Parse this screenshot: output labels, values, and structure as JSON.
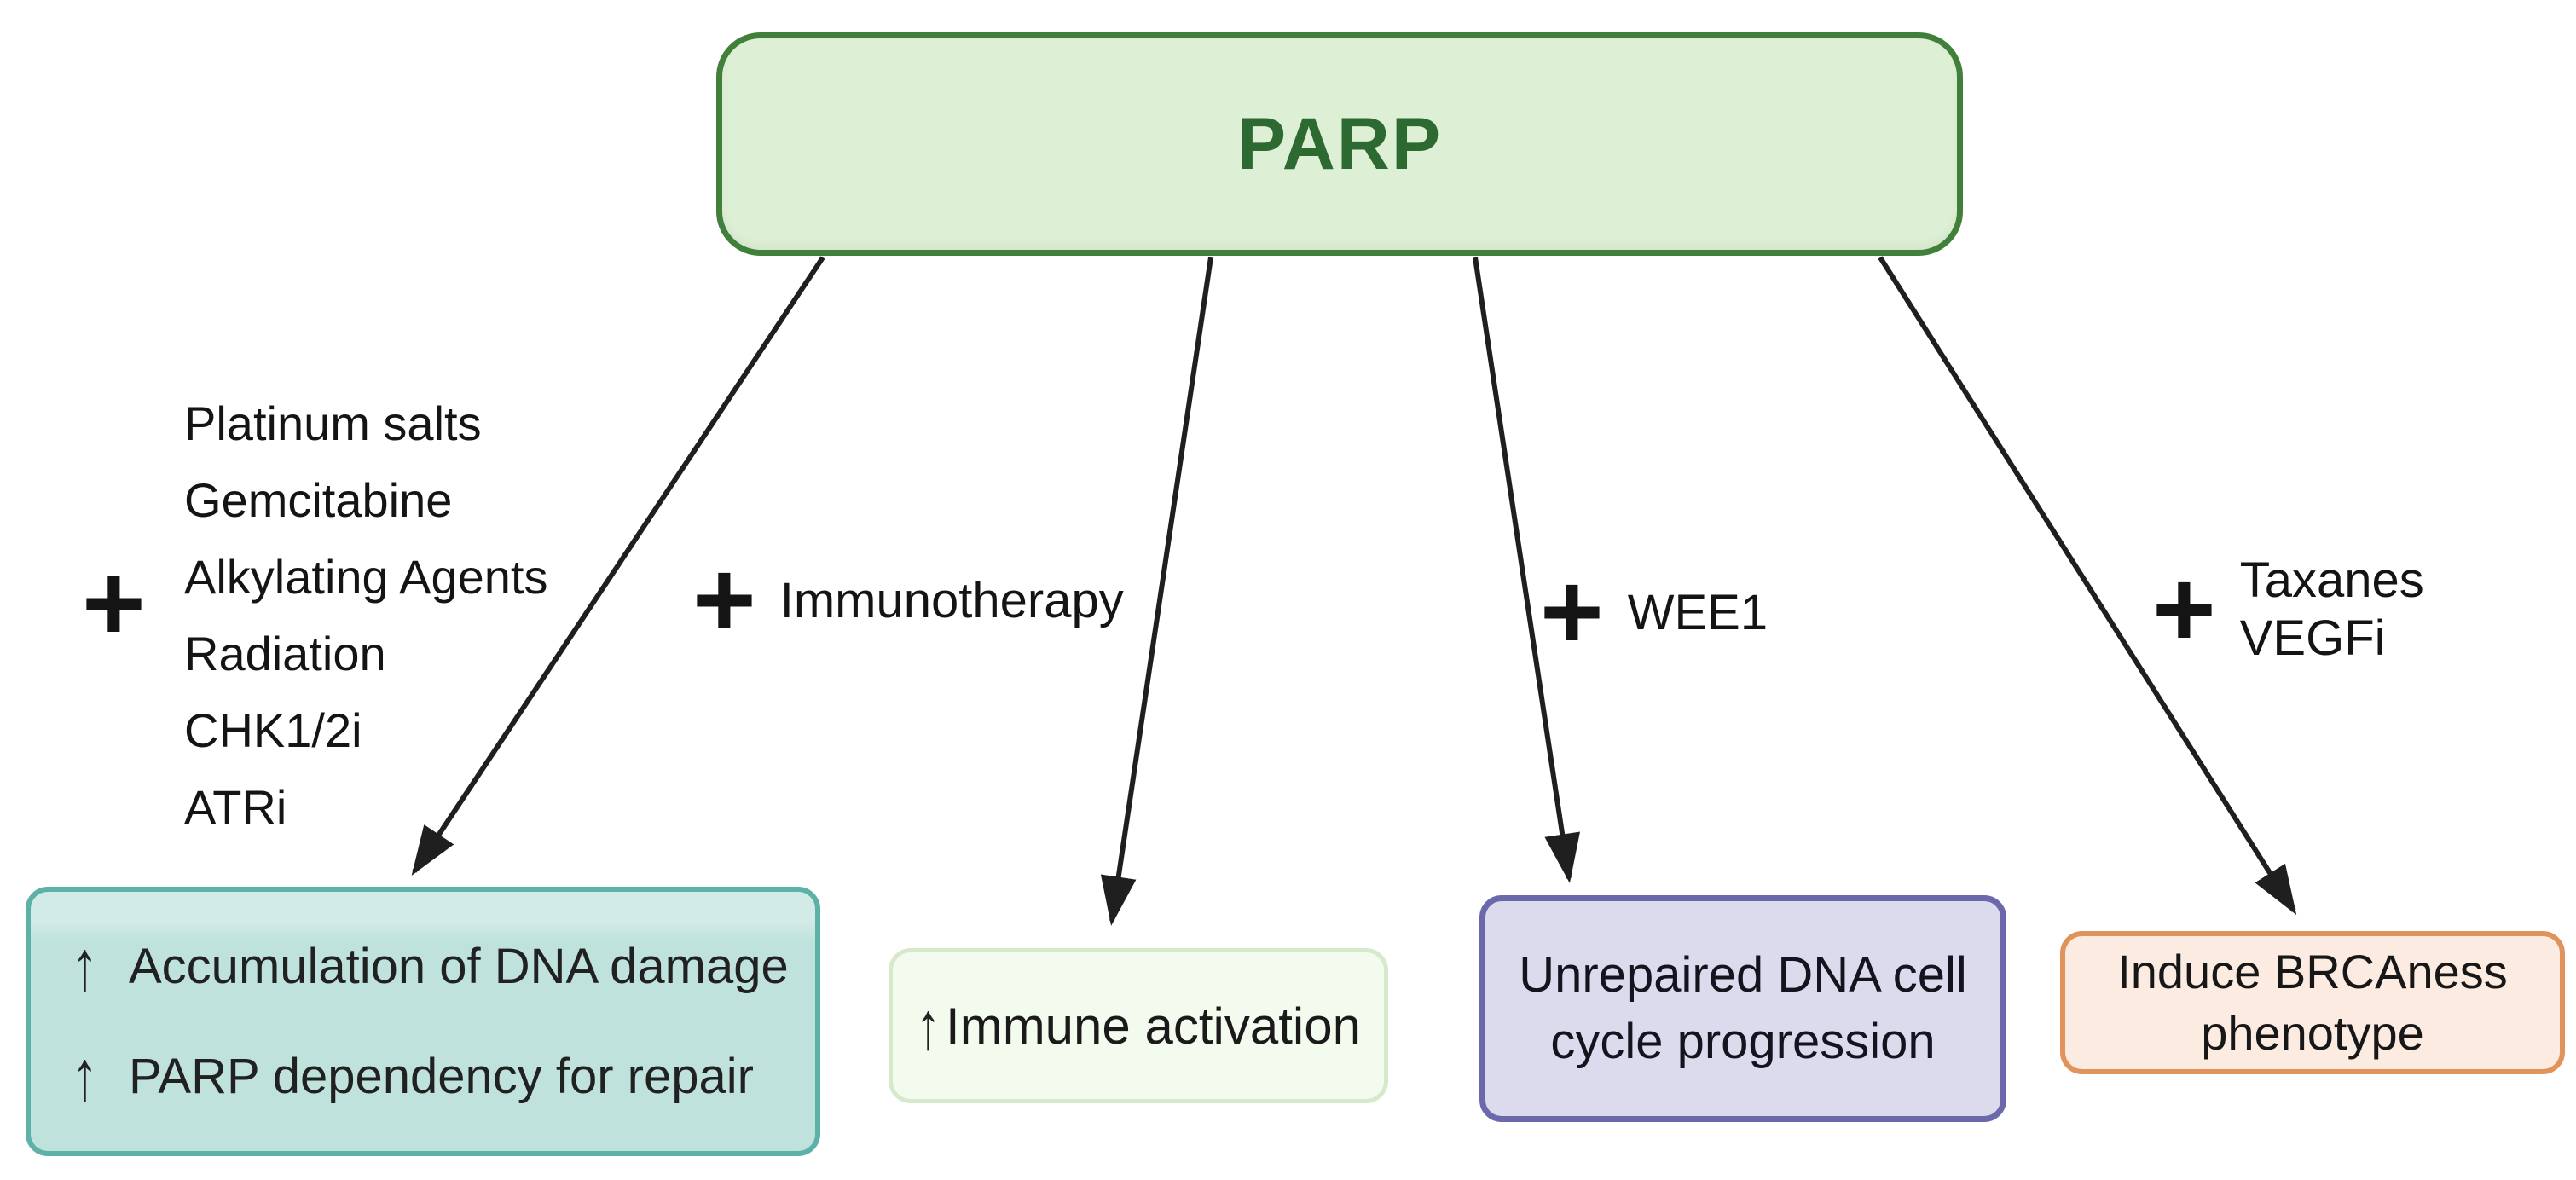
{
  "diagram": {
    "title": "PARP",
    "glyphs": {
      "plus": "+",
      "up_arrow": "↑"
    },
    "combos": [
      {
        "name": "dna-damaging-agents",
        "lines": [
          "Platinum salts",
          "Gemcitabine",
          "Alkylating Agents",
          "Radiation",
          "CHK1/2i",
          "ATRi"
        ]
      },
      {
        "name": "immunotherapy",
        "lines": [
          "Immunotherapy"
        ]
      },
      {
        "name": "wee1",
        "lines": [
          "WEE1"
        ]
      },
      {
        "name": "taxanes-vegfi",
        "lines": [
          "Taxanes",
          "VEGFi"
        ]
      }
    ],
    "outcomes": [
      {
        "name": "dna-damage",
        "lines": [
          "Accumulation of DNA damage",
          "PARP dependency for repair"
        ],
        "bullet": "↑",
        "fill": "#bfe2dc",
        "border": "#5eb1a6"
      },
      {
        "name": "immune-activation",
        "lines": [
          "Immune activation"
        ],
        "bullet": "↑",
        "fill": "#f3faee",
        "border": "#d7e9cb"
      },
      {
        "name": "cell-cycle",
        "lines": [
          "Unrepaired DNA cell",
          "cycle progression"
        ],
        "fill": "#dcdaed",
        "border": "#6b69aa"
      },
      {
        "name": "brcaness",
        "lines": [
          "Induce BRCAness",
          "phenotype"
        ],
        "fill": "#fbebe1",
        "border": "#e0945b"
      }
    ],
    "colors": {
      "background": "#ffffff",
      "arrow": "#1f1f1f",
      "parp_fill": "#ddefd5",
      "parp_border": "#41803a",
      "parp_text": "#2d6a31",
      "label_text": "#141414"
    }
  }
}
